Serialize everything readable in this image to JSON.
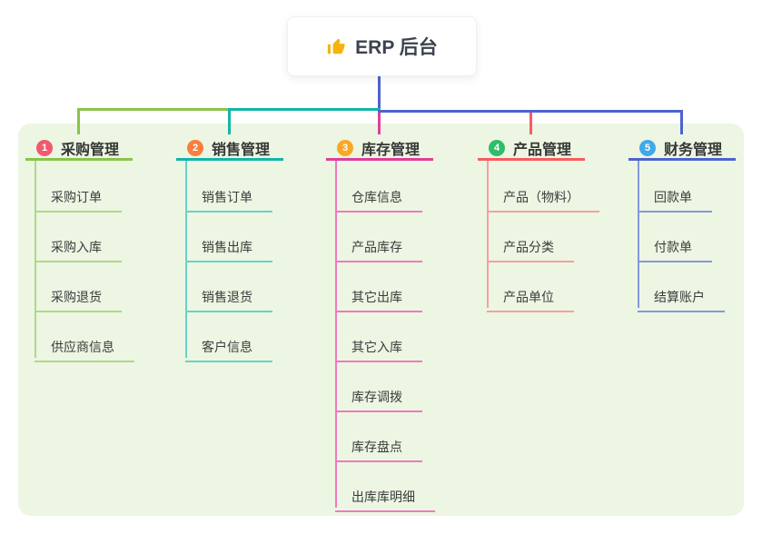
{
  "root": {
    "label": "ERP 后台",
    "icon": "thumbs-up-icon",
    "icon_color": "#F5B40E"
  },
  "canvas": {
    "background": "#FFFFFF",
    "panel_color": "#ECF6E3",
    "stem_color": "#4D63CE"
  },
  "branches": [
    {
      "num": "1",
      "label": "采购管理",
      "badge_color": "#EF5A6F",
      "line_color": "#8BC34A",
      "sub_line_color": "#AFD888",
      "children": [
        "采购订单",
        "采购入库",
        "采购退货",
        "供应商信息"
      ]
    },
    {
      "num": "2",
      "label": "销售管理",
      "badge_color": "#FB7E3C",
      "line_color": "#13B5A9",
      "sub_line_color": "#68D2C8",
      "children": [
        "销售订单",
        "销售出库",
        "销售退货",
        "客户信息"
      ]
    },
    {
      "num": "3",
      "label": "库存管理",
      "badge_color": "#F9A825",
      "line_color": "#DF3F9A",
      "sub_line_color": "#EF7ABD",
      "children": [
        "仓库信息",
        "产品库存",
        "其它出库",
        "其它入库",
        "库存调拨",
        "库存盘点",
        "出库库明细"
      ]
    },
    {
      "num": "4",
      "label": "产品管理",
      "badge_color": "#2EBE6A",
      "line_color": "#F75D61",
      "sub_line_color": "#F99EA2",
      "children": [
        "产品（物料）",
        "产品分类",
        "产品单位"
      ]
    },
    {
      "num": "5",
      "label": "财务管理",
      "badge_color": "#41A8EA",
      "line_color": "#4D63CE",
      "sub_line_color": "#8699DB",
      "children": [
        "回款单",
        "付款单",
        "结算账户"
      ]
    }
  ]
}
